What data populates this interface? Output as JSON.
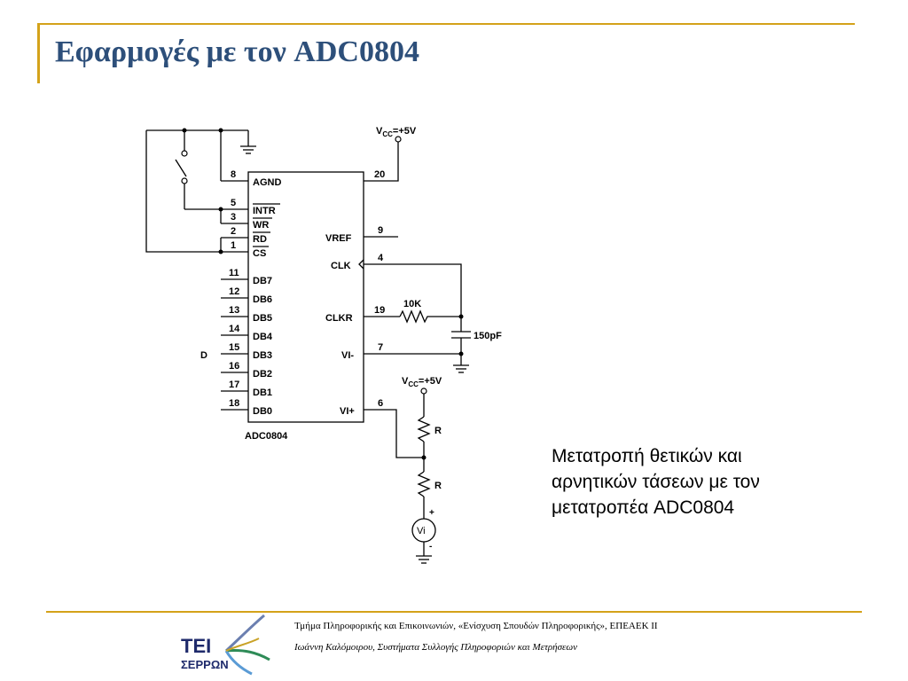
{
  "slide": {
    "title": "Εφαρμογές με τον ADC0804",
    "caption": "Μετατροπή θετικών και αρνητικών τάσεων με τον μετατροπέα ADC0804"
  },
  "footer": {
    "line1": "Τμήμα Πληροφορικής και Επικοινωνιών, «Ενίσχυση Σπουδών Πληροφορικής», ΕΠΕΑΕΚ ΙΙ",
    "line2": "Ιωάννη Καλόμοιρου, Συστήματα Συλλογής Πληροφοριών και Μετρήσεων",
    "logo_line1": "ΤΕΙ",
    "logo_line2": "ΣΕΡΡΩΝ"
  },
  "circuit": {
    "chip_name": "ADC0804",
    "vcc_top_prefix": "V",
    "vcc_top_sub": "CC",
    "vcc_top_suffix": "=+5V",
    "vcc_right_prefix": "V",
    "vcc_right_sub": "CC",
    "vcc_right_suffix": "=+5V",
    "left_pins": [
      {
        "num": "8",
        "label": "AGND"
      },
      {
        "num": "5",
        "label": "INTR"
      },
      {
        "num": "3",
        "label": "WR"
      },
      {
        "num": "2",
        "label": "RD"
      },
      {
        "num": "1",
        "label": "CS"
      },
      {
        "num": "11",
        "label": "DB7"
      },
      {
        "num": "12",
        "label": "DB6"
      },
      {
        "num": "13",
        "label": "DB5"
      },
      {
        "num": "14",
        "label": "DB4"
      },
      {
        "num": "15",
        "label": "DB3"
      },
      {
        "num": "16",
        "label": "DB2"
      },
      {
        "num": "17",
        "label": "DB1"
      },
      {
        "num": "18",
        "label": "DB0"
      }
    ],
    "right_pins": [
      {
        "num": "20",
        "label": ""
      },
      {
        "num": "9",
        "label": "VREF"
      },
      {
        "num": "4",
        "label": "CLK"
      },
      {
        "num": "19",
        "label": "CLKR"
      },
      {
        "num": "7",
        "label": "VI-"
      },
      {
        "num": "6",
        "label": "VI+"
      }
    ],
    "d_label": "D",
    "resistor_clk_label": "10K",
    "capacitor_label": "150pF",
    "resistor_r1_label": "R",
    "resistor_r2_label": "R",
    "source_label": "Vi",
    "source_plus": "+",
    "source_minus": "-"
  }
}
